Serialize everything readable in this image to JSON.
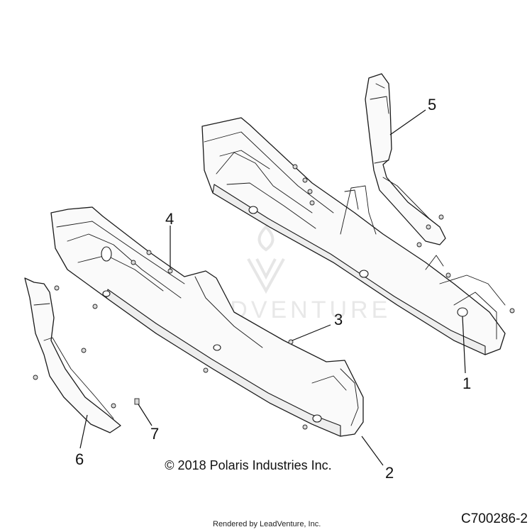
{
  "callouts": [
    {
      "id": "1",
      "label": "1"
    },
    {
      "id": "2",
      "label": "2"
    },
    {
      "id": "3",
      "label": "3"
    },
    {
      "id": "4",
      "label": "4"
    },
    {
      "id": "5",
      "label": "5"
    },
    {
      "id": "6",
      "label": "6"
    },
    {
      "id": "7",
      "label": "7"
    }
  ],
  "watermark": {
    "text": "LEADVENTURE"
  },
  "copyright": "© 2018 Polaris Industries Inc.",
  "rendered_by": "Rendered by LeadVenture, Inc.",
  "diagram_code": "C700286-2"
}
